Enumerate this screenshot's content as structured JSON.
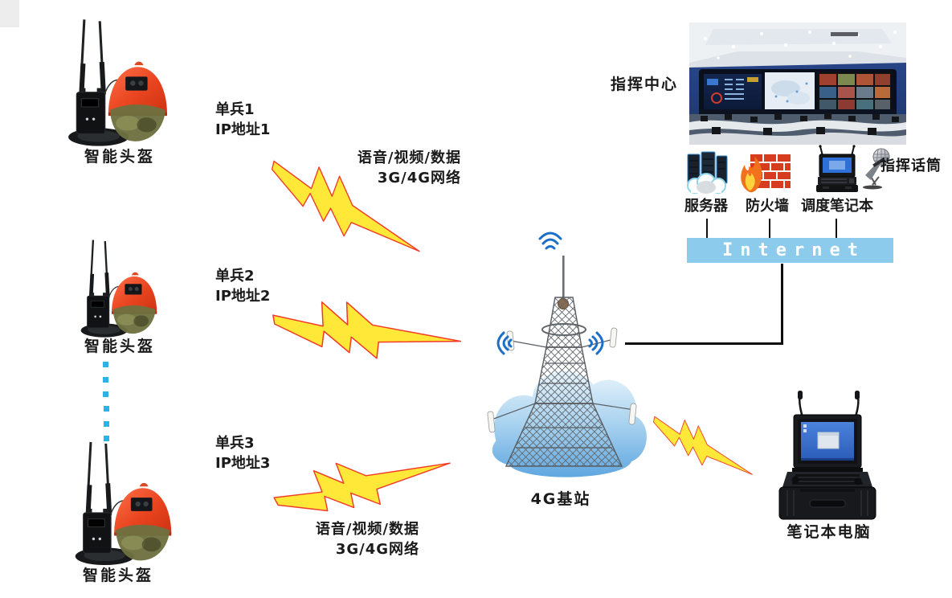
{
  "units": [
    {
      "tag": "单兵1",
      "ip": "IP地址1",
      "label": "智能头盔"
    },
    {
      "tag": "单兵2",
      "ip": "IP地址2",
      "label": "智能头盔"
    },
    {
      "tag": "单兵3",
      "ip": "IP地址3",
      "label": "智能头盔"
    }
  ],
  "notes": {
    "top": {
      "line1": "语音/视频/数据",
      "line2": "3G/4G网络"
    },
    "bottom": {
      "line1": "语音/视频/数据",
      "line2": "3G/4G网络"
    }
  },
  "base_station": {
    "label": "4G基站"
  },
  "command_center": {
    "label": "指挥中心",
    "mic_label": "指挥话筒",
    "devices": [
      {
        "label": "服务器"
      },
      {
        "label": "防火墙"
      },
      {
        "label": "调度笔记本"
      }
    ]
  },
  "internet": {
    "label": "Internet"
  },
  "laptop": {
    "label": "笔记本电脑"
  },
  "icons": {
    "helmet_unit": "smart-helmet-with-radio-icon",
    "lightning": "lightning-link-icon",
    "tower": "4g-base-station-tower-icon",
    "cloud": "network-cloud-icon",
    "radio_waves": "radio-waves-icon",
    "server": "server-rack-cloud-icon",
    "firewall": "brick-wall-flame-icon",
    "dispatch_laptop": "rugged-laptop-icon",
    "microphone": "microphone-icon",
    "command_room": "control-room-photo",
    "portable_laptop": "portable-case-laptop-icon"
  },
  "colors": {
    "bolt_fill": "#ffe838",
    "bolt_stroke": "#f23b26",
    "wifi_blue": "#1c6fc6",
    "dotted_blue": "#2bb3e8",
    "internet_bar": "#8ccbeb",
    "cloud_blue": "#5ea6e0",
    "helmet_red": "#e84424"
  }
}
